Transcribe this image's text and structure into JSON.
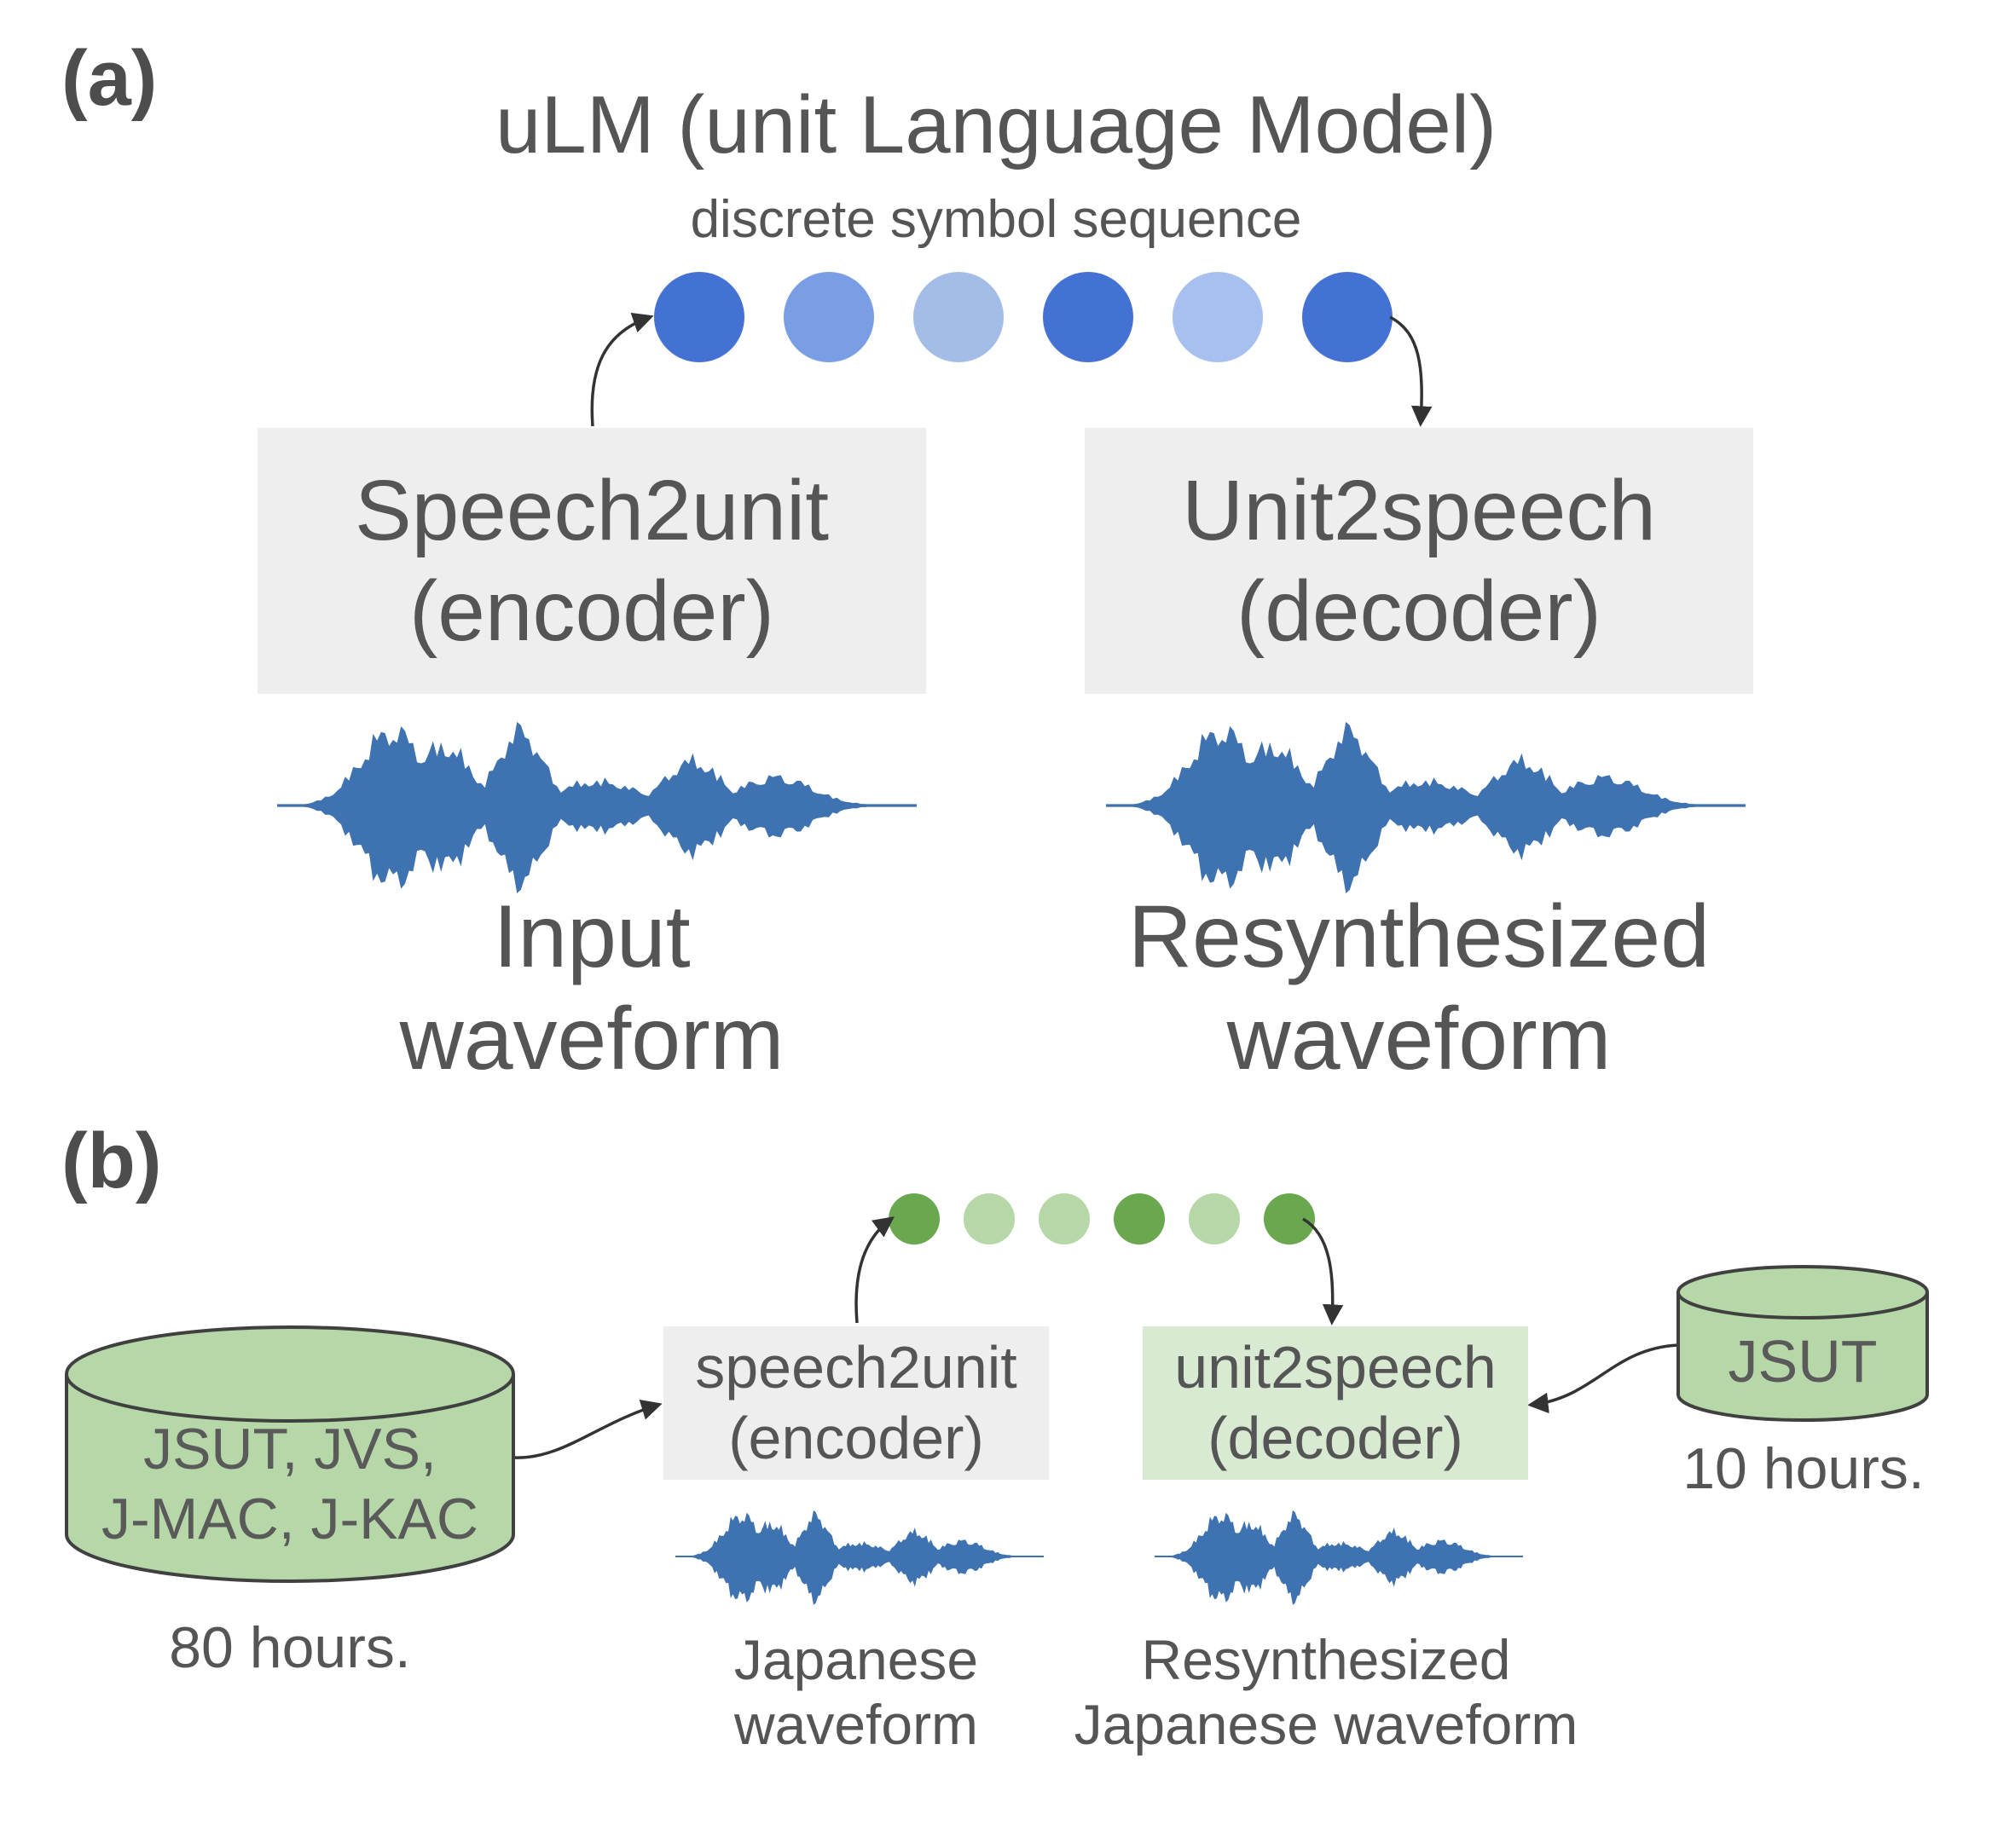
{
  "panel_a": {
    "label": "(a)",
    "title": "uLM (unit Language Model)",
    "subtitle": "discrete symbol sequence",
    "units": [
      {
        "color": "#4472d4"
      },
      {
        "color": "#7a9ee4"
      },
      {
        "color": "#a3bde6"
      },
      {
        "color": "#4472d4"
      },
      {
        "color": "#a8c0ee"
      },
      {
        "color": "#4472d4"
      }
    ],
    "encoder": {
      "line1": "Speech2unit",
      "line2": "(encoder)"
    },
    "decoder": {
      "line1": "Unit2speech",
      "line2": "(decoder)"
    },
    "input_caption": {
      "line1": "Input",
      "line2": "waveform"
    },
    "output_caption": {
      "line1": "Resynthesized",
      "line2": "waveform"
    }
  },
  "panel_b": {
    "label": "(b)",
    "units": [
      {
        "color": "#6aa84f"
      },
      {
        "color": "#b6d7a8"
      },
      {
        "color": "#b6d7a8"
      },
      {
        "color": "#6aa84f"
      },
      {
        "color": "#b6d7a8"
      },
      {
        "color": "#6aa84f"
      }
    ],
    "encoder": {
      "line1": "speech2unit",
      "line2": "(encoder)"
    },
    "decoder": {
      "line1": "unit2speech",
      "line2": "(decoder)"
    },
    "input_caption": {
      "line1": "Japanese",
      "line2": "waveform"
    },
    "output_caption": {
      "line1": "Resynthesized",
      "line2": "Japanese waveform"
    },
    "train_db": {
      "line1": "JSUT, JVS,",
      "line2": "J-MAC, J-KAC",
      "hours": "80 hours."
    },
    "target_db": {
      "name": "JSUT",
      "hours": "10 hours."
    }
  },
  "colors": {
    "waveform": "#3f72b0",
    "gray_box": "#eeeeee",
    "green_box": "#d9ead3",
    "db_fill": "#b6d7a8",
    "db_stroke": "#404040",
    "arrow": "#333333"
  }
}
